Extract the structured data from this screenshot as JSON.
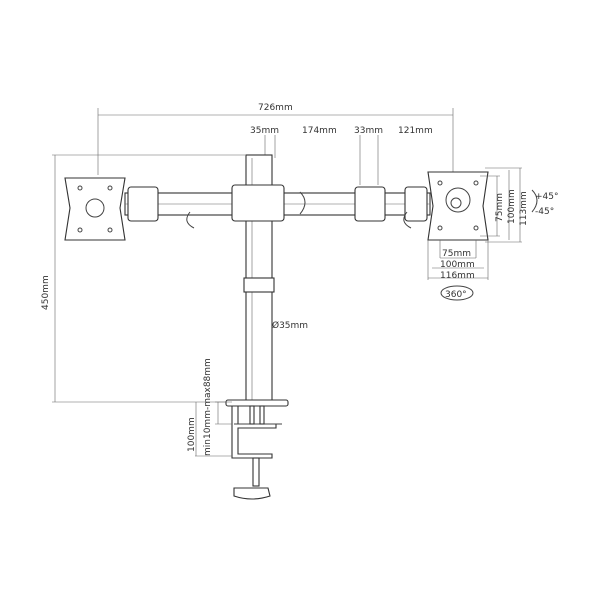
{
  "dimensions": {
    "total_width": "726mm",
    "segment_1": "35mm",
    "segment_2": "174mm",
    "segment_3": "33mm",
    "segment_4": "121mm",
    "height": "450mm",
    "pole_diameter": "Ø35mm",
    "clamp_height": "100mm",
    "desk_thickness": "min10mm-max88mm",
    "vesa_75_v": "75mm",
    "vesa_100_v": "100mm",
    "plate_113": "113mm",
    "vesa_75_h": "75mm",
    "vesa_100_h": "100mm",
    "plate_116": "116mm",
    "tilt_up": "+45°",
    "tilt_down": "-45°",
    "rotation": "360°"
  }
}
